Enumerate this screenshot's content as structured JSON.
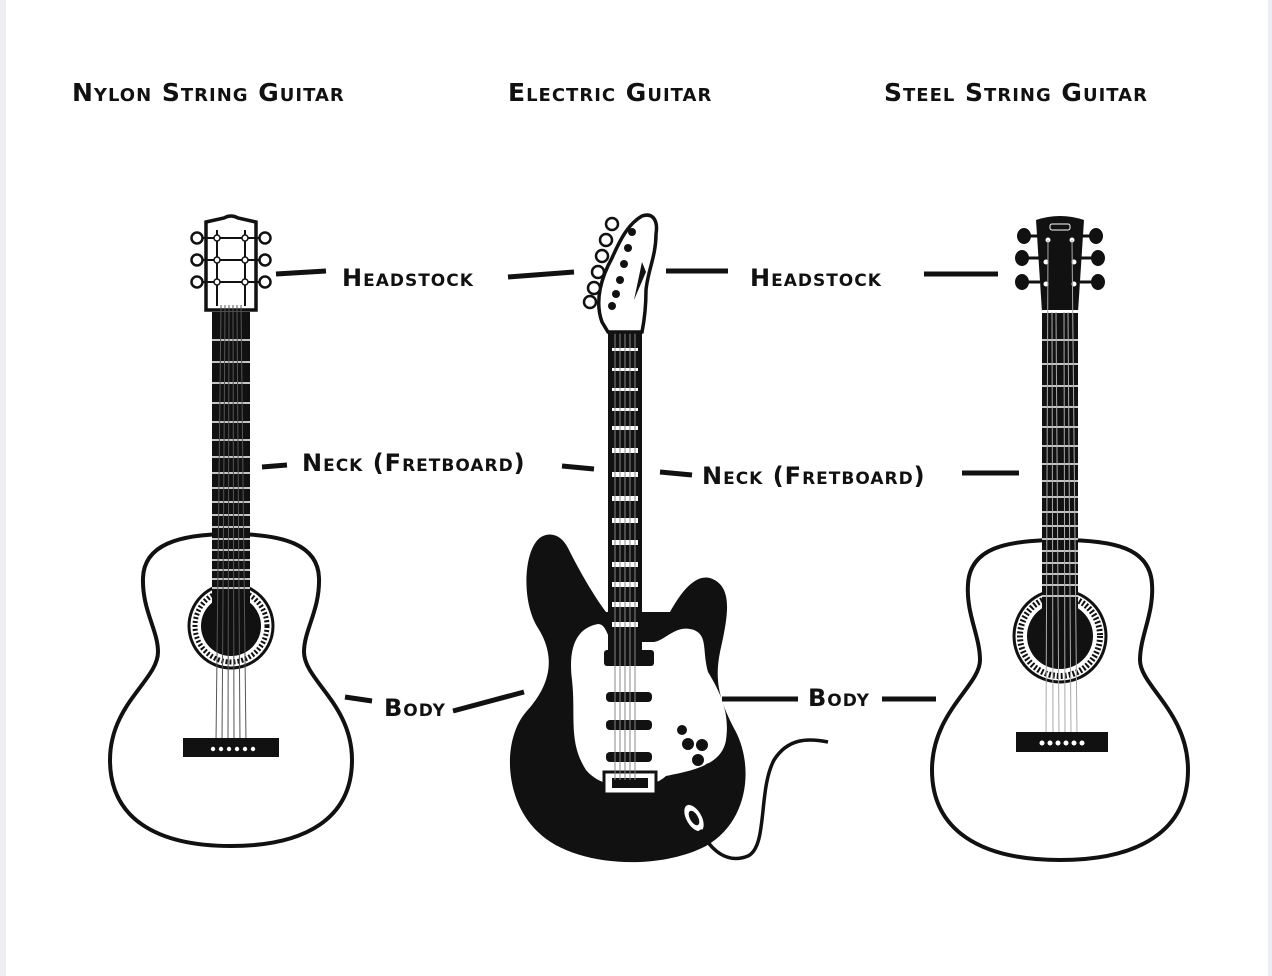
{
  "titles": {
    "nylon": "Nylon String Guitar",
    "electric": "Electric Guitar",
    "steel": "Steel String Guitar"
  },
  "labels": {
    "headstock_left": "Headstock",
    "headstock_right": "Headstock",
    "neck_left": "Neck (Fretboard)",
    "neck_right": "Neck (Fretboard)",
    "body_left": "Body",
    "body_right": "Body"
  },
  "icons": [
    "nylon-guitar-icon",
    "electric-guitar-icon",
    "steel-guitar-icon"
  ],
  "colors": {
    "ink": "#111111",
    "paper": "#ffffff",
    "margin": "#eceef3"
  }
}
